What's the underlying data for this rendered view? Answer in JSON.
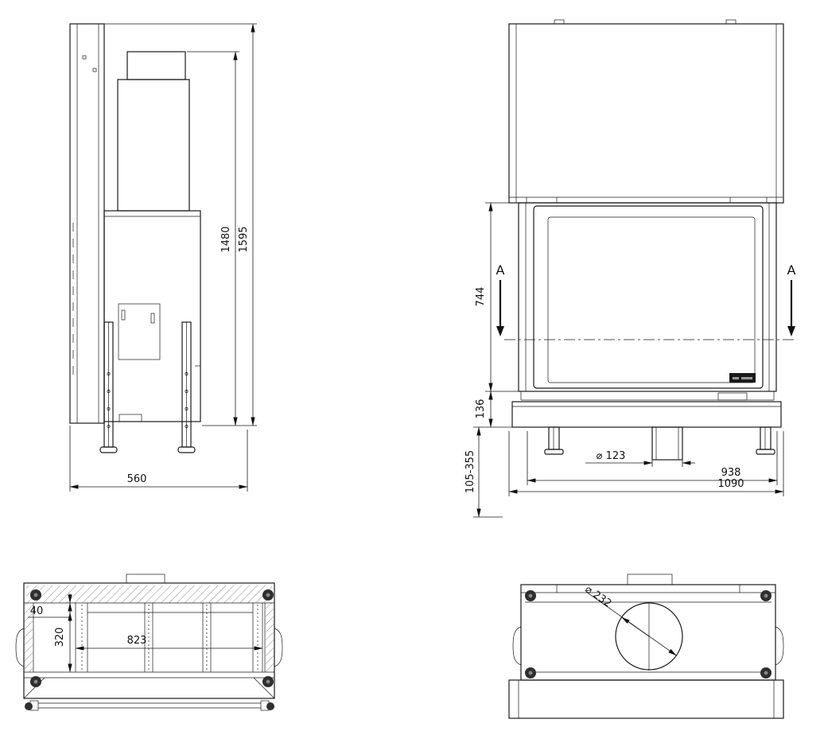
{
  "sheet": {
    "background": "#ffffff",
    "line_color": "#1a1a1a"
  },
  "side_view": {
    "dims": {
      "flue_height": "1480",
      "total_height": "1595",
      "depth": "560"
    }
  },
  "front_view": {
    "section_label": "A",
    "dims": {
      "firebox_height": "744",
      "plinth_height": "136",
      "leg_height_range": "105-355",
      "collar_diameter": "⌀ 123",
      "inner_width": "938",
      "overall_width": "1090"
    }
  },
  "plan_section_view": {
    "dims": {
      "frame_offset": "40",
      "inner_depth": "320",
      "inner_width": "823"
    }
  },
  "plan_view": {
    "dims": {
      "flue_diameter": "⌀ 232"
    }
  }
}
